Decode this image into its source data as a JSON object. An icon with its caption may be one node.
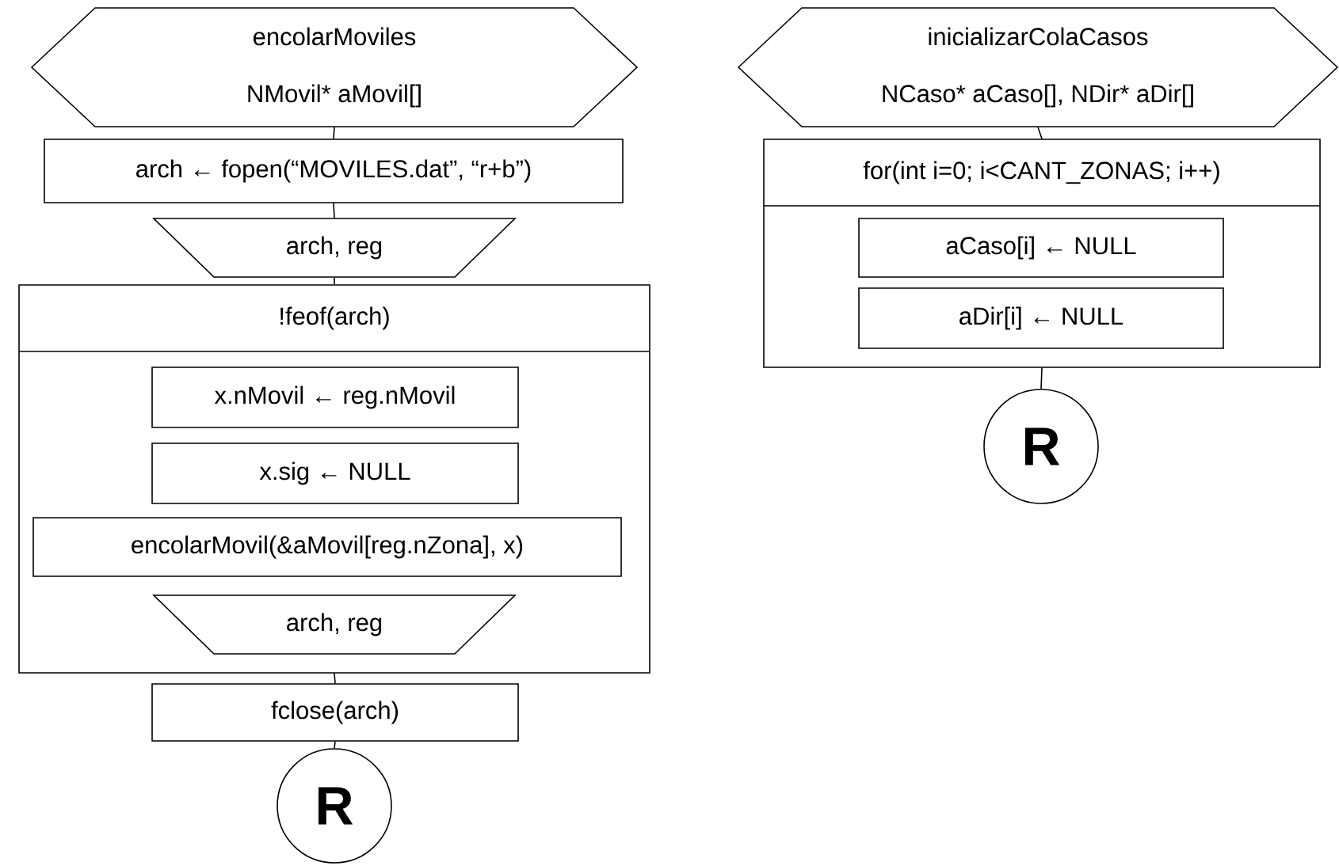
{
  "diagram": {
    "nodes": [
      {
        "text": [
          "encolarMoviles",
          "NMovil* aMovil[]"
        ]
      },
      {
        "text": [
          "arch ← fopen(“MOVILES.dat”, “r+b”)"
        ]
      },
      {
        "text": [
          "arch, reg"
        ]
      },
      {
        "text": [
          "!feof(arch)"
        ]
      },
      {
        "text": [
          "x.nMovil ← reg.nMovil"
        ],
        "in": 3
      },
      {
        "text": [
          "x.sig ← NULL"
        ],
        "in": 3
      },
      {
        "text": [
          "encolarMovil(&aMovil[reg.nZona], x)"
        ],
        "in": 3
      },
      {
        "text": [
          "arch, reg"
        ],
        "in": 3
      },
      {
        "text": [
          "fclose(arch)"
        ]
      },
      {
        "text": [
          "R"
        ]
      },
      {
        "text": [
          "inicializarColaCasos",
          "NCaso* aCaso[], NDir* aDir[]"
        ]
      },
      {
        "text": [
          "for(int i=0; i<CANT_ZONAS; i++)"
        ]
      },
      {
        "text": [
          "aCaso[i] ← NULL"
        ],
        "in": 11
      },
      {
        "text": [
          "aDir[i] ← NULL"
        ],
        "in": 11
      },
      {
        "text": [
          "R"
        ]
      }
    ],
    "edges": [
      {
        "from": 0,
        "to": 1,
        "arrow": "none"
      },
      {
        "from": 1,
        "to": 2,
        "arrow": "none"
      },
      {
        "from": 2,
        "to": 3,
        "arrow": "none"
      },
      {
        "from": 3,
        "to": 8,
        "arrow": "none"
      },
      {
        "from": 8,
        "to": 9,
        "arrow": "none"
      },
      {
        "from": 10,
        "to": 11,
        "arrow": "none"
      },
      {
        "from": 11,
        "to": 14,
        "arrow": "none"
      }
    ]
  }
}
